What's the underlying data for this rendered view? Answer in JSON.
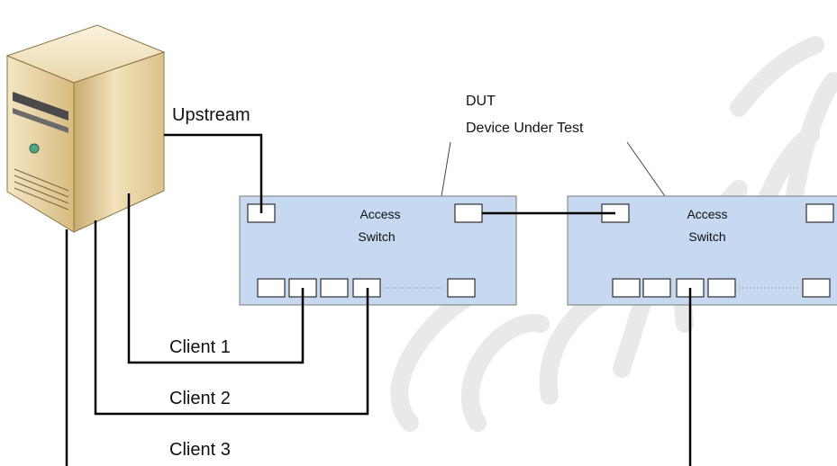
{
  "labels": {
    "upstream": "Upstream",
    "dut_title": "DUT",
    "dut_subtitle": "Device Under Test",
    "client_1": "Client 1",
    "client_2": "Client 2",
    "client_3": "Client 3"
  },
  "switches": [
    {
      "line1": "Access",
      "line2": "Switch"
    },
    {
      "line1": "Access",
      "line2": "Switch"
    }
  ],
  "icons": {
    "server": "server-tower-icon"
  },
  "colors": {
    "switch_fill": "#c6d9f1",
    "switch_border": "#7a7a7a",
    "wire": "#000000",
    "server_body": "#e8cf98",
    "watermark": "#e9e9e9"
  }
}
